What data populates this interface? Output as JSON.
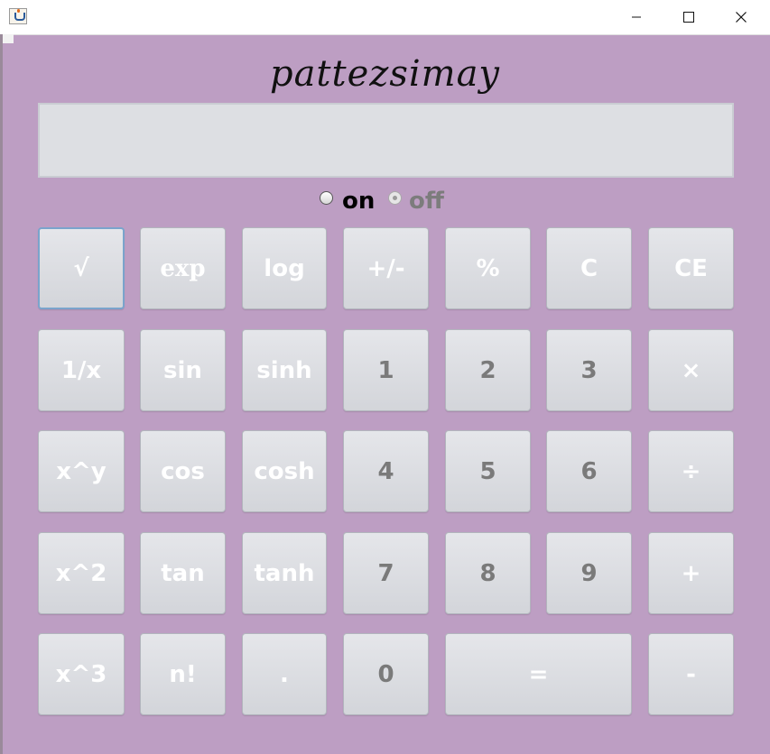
{
  "window": {
    "icon": "java-coffee-cup-icon",
    "controls": [
      "minimize-icon",
      "maximize-icon",
      "close-icon"
    ]
  },
  "app": {
    "brand": "pattezsimay",
    "display_value": ""
  },
  "power": {
    "on_label": "on",
    "off_label": "off",
    "selected": "none"
  },
  "keys": {
    "sqrt": "√",
    "exp": "exp",
    "log": "log",
    "negate": "+/-",
    "percent": "%",
    "clear": "C",
    "clear_entry": "CE",
    "reciprocal": "1/x",
    "sin": "sin",
    "sinh": "sinh",
    "one": "1",
    "two": "2",
    "three": "3",
    "multiply": "×",
    "power": "x^y",
    "cos": "cos",
    "cosh": "cosh",
    "four": "4",
    "five": "5",
    "six": "6",
    "divide": "÷",
    "square": "x^2",
    "tan": "tan",
    "tanh": "tanh",
    "seven": "7",
    "eight": "8",
    "nine": "9",
    "plus": "+",
    "cube": "x^3",
    "factorial": "n!",
    "decimal": ".",
    "zero": "0",
    "equals": "=",
    "minus": "-"
  },
  "colors": {
    "background": "#bd9ec3",
    "button_face": "#dcdde1",
    "function_text": "#ffffff",
    "number_text": "#7a7a7a",
    "focus_border": "#7aa4cc"
  }
}
